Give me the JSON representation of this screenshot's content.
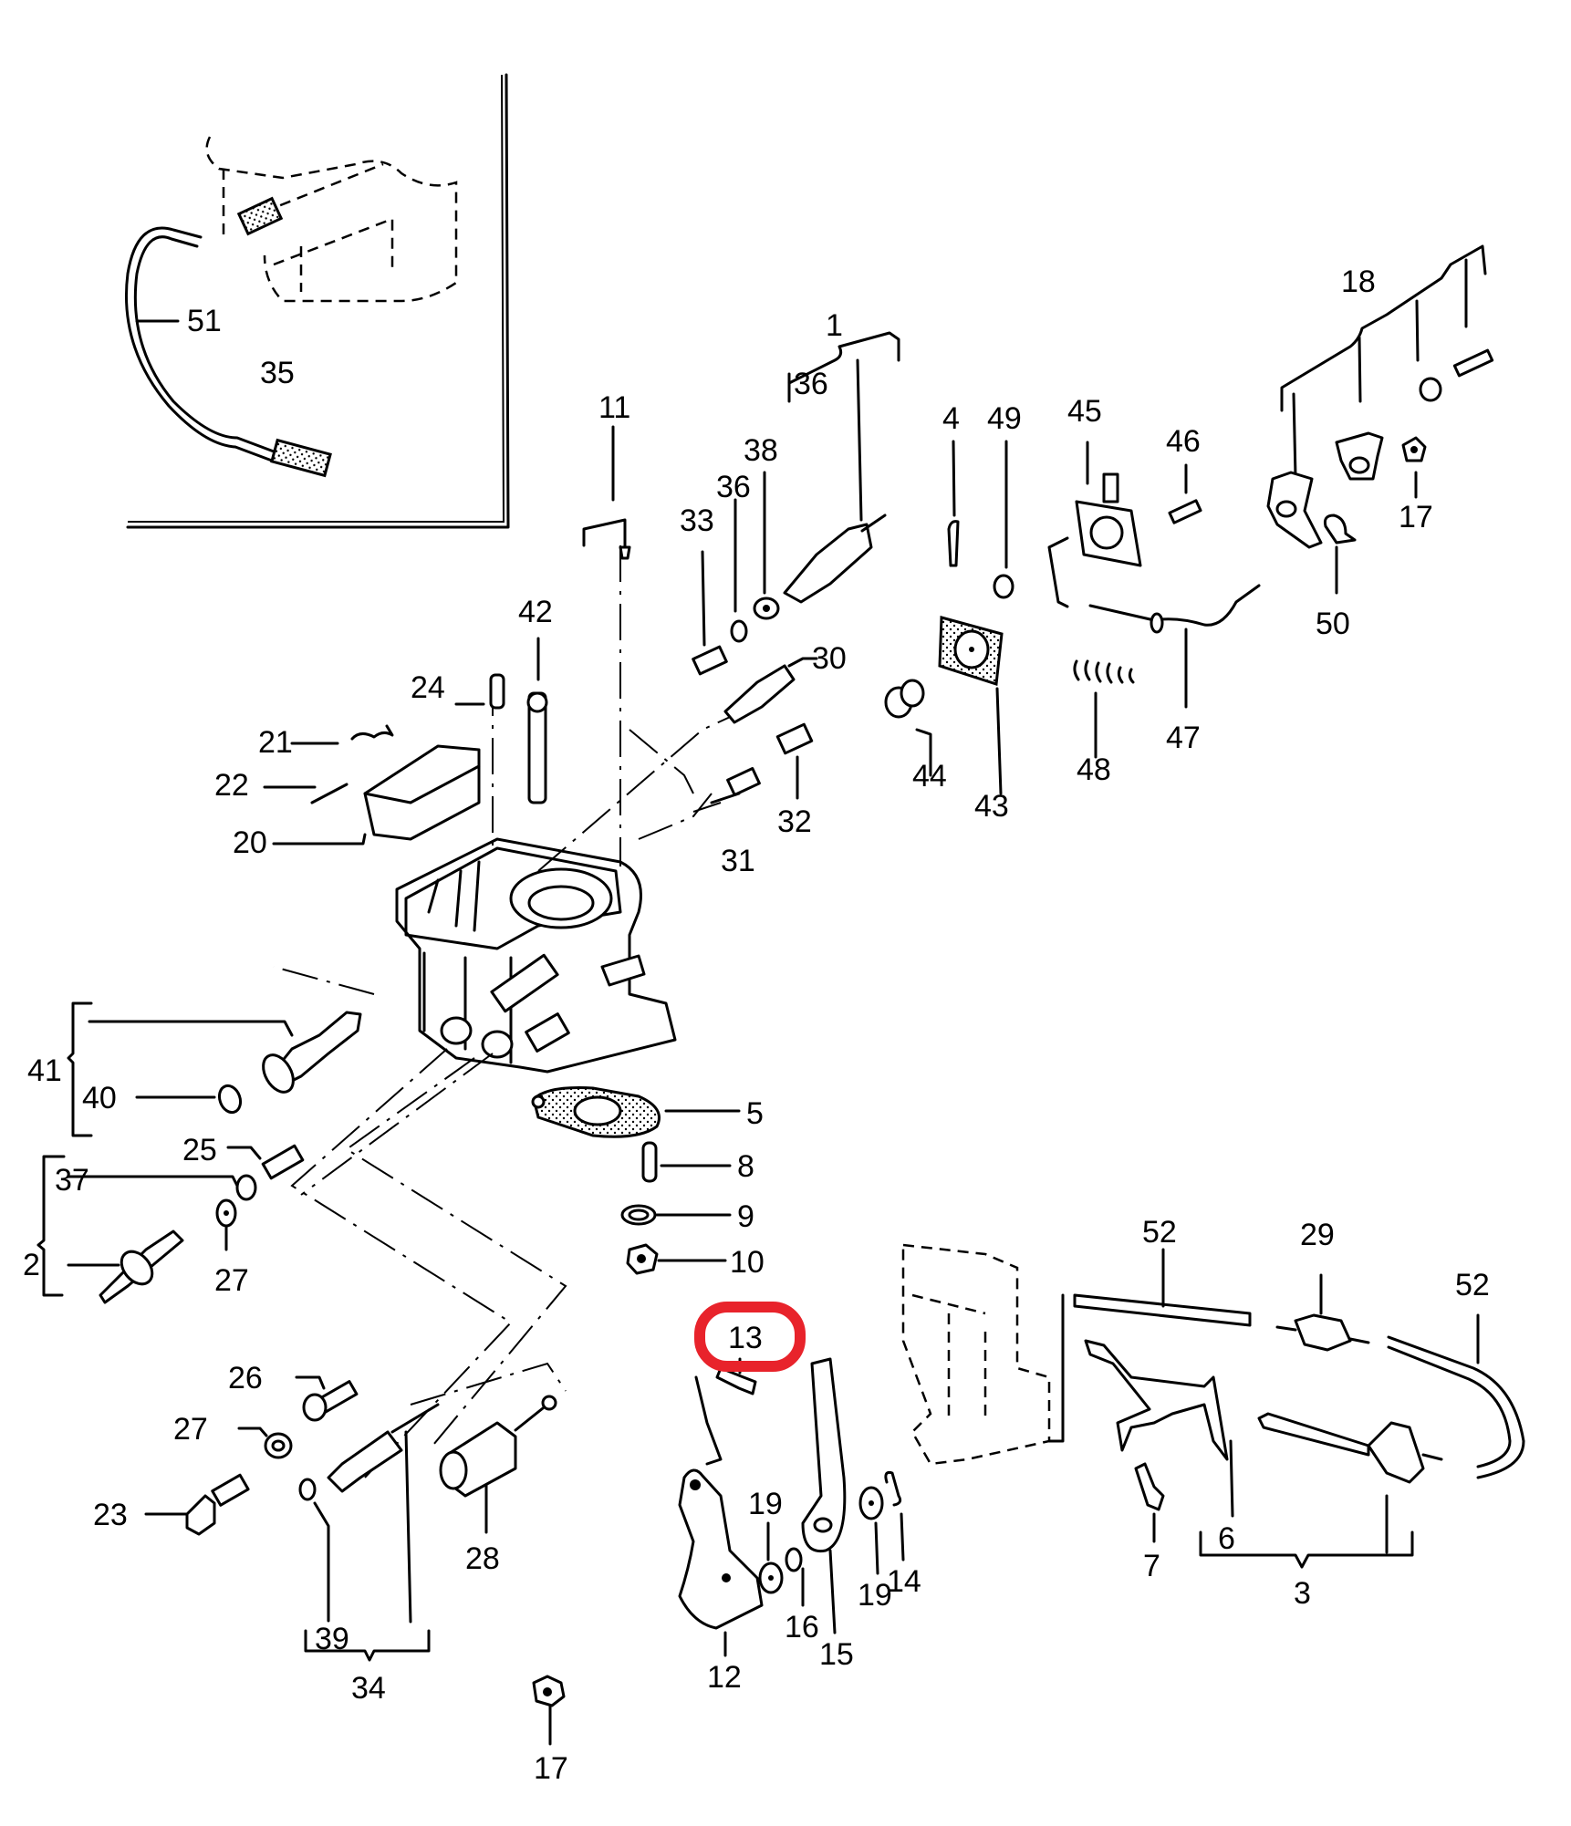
{
  "diagram": {
    "title": "Carburetor exploded parts diagram",
    "highlight": {
      "part": "13",
      "color": "#e8232b"
    },
    "callouts": {
      "p1": "1",
      "p2": "2",
      "p3": "3",
      "p4": "4",
      "p5": "5",
      "p6": "6",
      "p7": "7",
      "p8": "8",
      "p9": "9",
      "p10": "10",
      "p11": "11",
      "p12": "12",
      "p13": "13",
      "p14": "14",
      "p15": "15",
      "p16": "16",
      "p17a": "17",
      "p17b": "17",
      "p18": "18",
      "p19a": "19",
      "p19b": "19",
      "p20": "20",
      "p21": "21",
      "p22": "22",
      "p23": "23",
      "p24": "24",
      "p25": "25",
      "p26": "26",
      "p27a": "27",
      "p27b": "27",
      "p28": "28",
      "p29": "29",
      "p30": "30",
      "p31": "31",
      "p32": "32",
      "p33": "33",
      "p34": "34",
      "p35": "35",
      "p36a": "36",
      "p36b": "36",
      "p37": "37",
      "p38": "38",
      "p39": "39",
      "p40": "40",
      "p41": "41",
      "p42": "42",
      "p43": "43",
      "p44": "44",
      "p45": "45",
      "p46": "46",
      "p47": "47",
      "p48": "48",
      "p49": "49",
      "p50": "50",
      "p51": "51",
      "p52a": "52",
      "p52b": "52"
    }
  }
}
